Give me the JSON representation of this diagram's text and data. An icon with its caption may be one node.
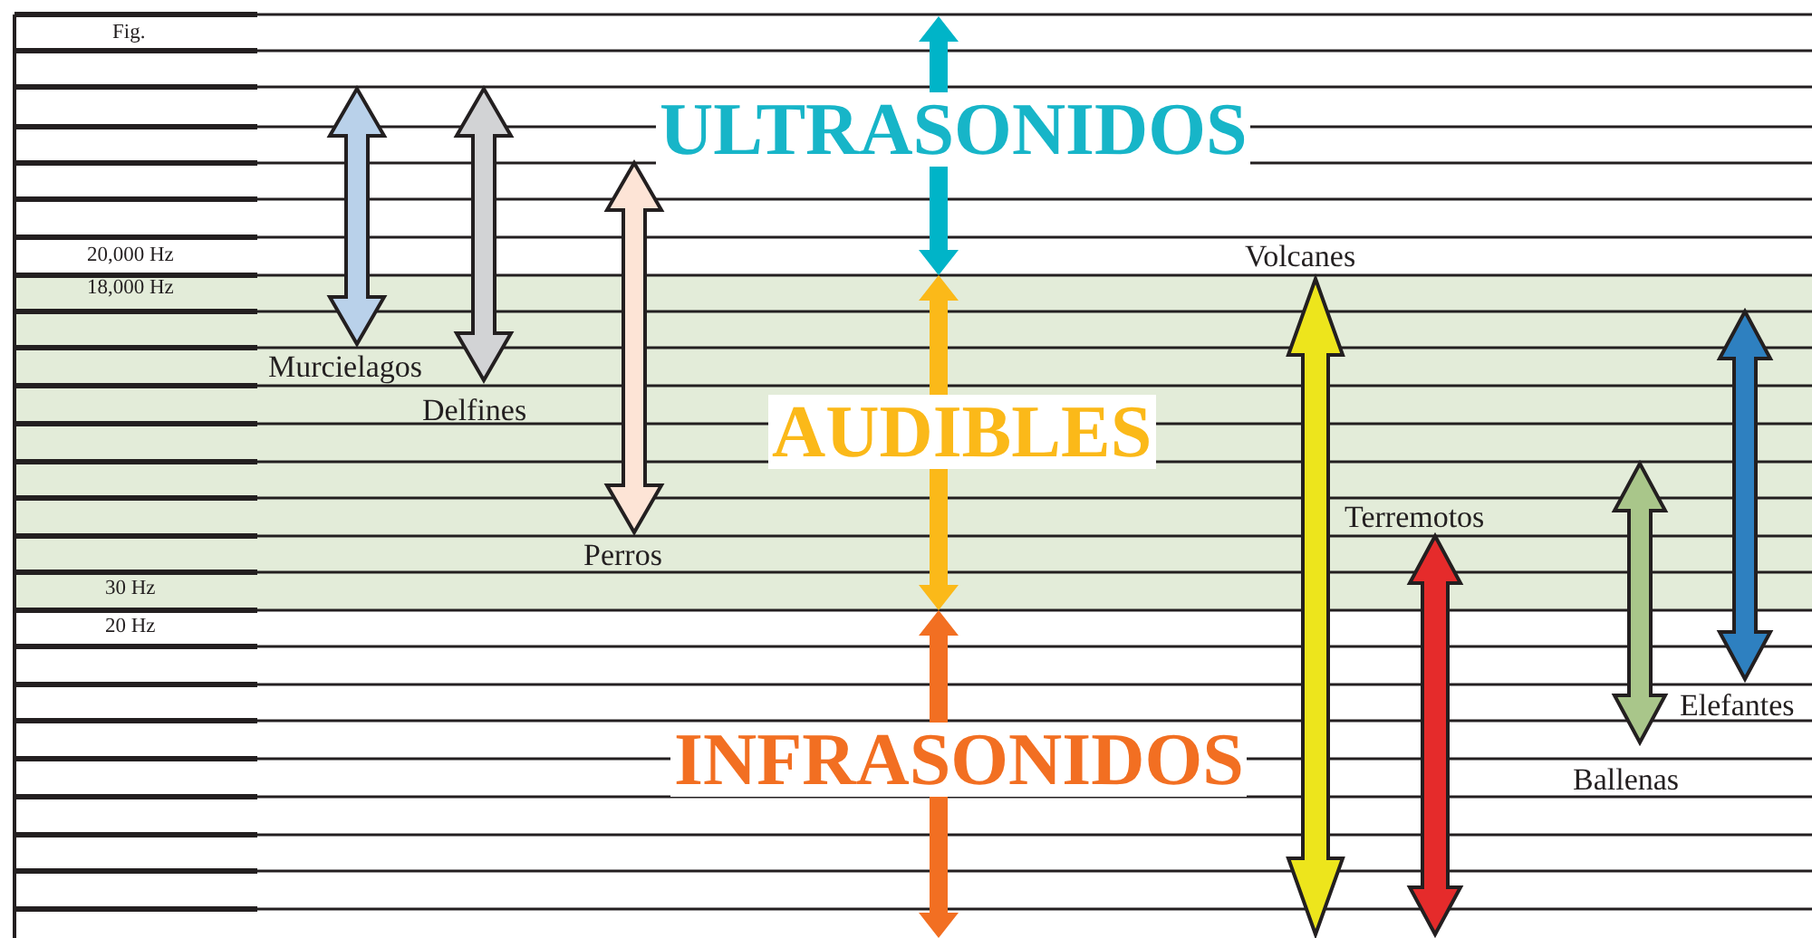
{
  "diagram": {
    "labels": [
      "Fig.",
      "20,000 Hz",
      "18,000 Hz",
      "30 Hz",
      "20 Hz",
      "ULTRASONIDOS",
      "AUDIBLES",
      "INFRASONIDOS",
      "Volcanes",
      "Murcielagos",
      "Delfines",
      "Terremotos",
      "Perros",
      "Elefantes",
      "Ballenas"
    ]
  }
}
